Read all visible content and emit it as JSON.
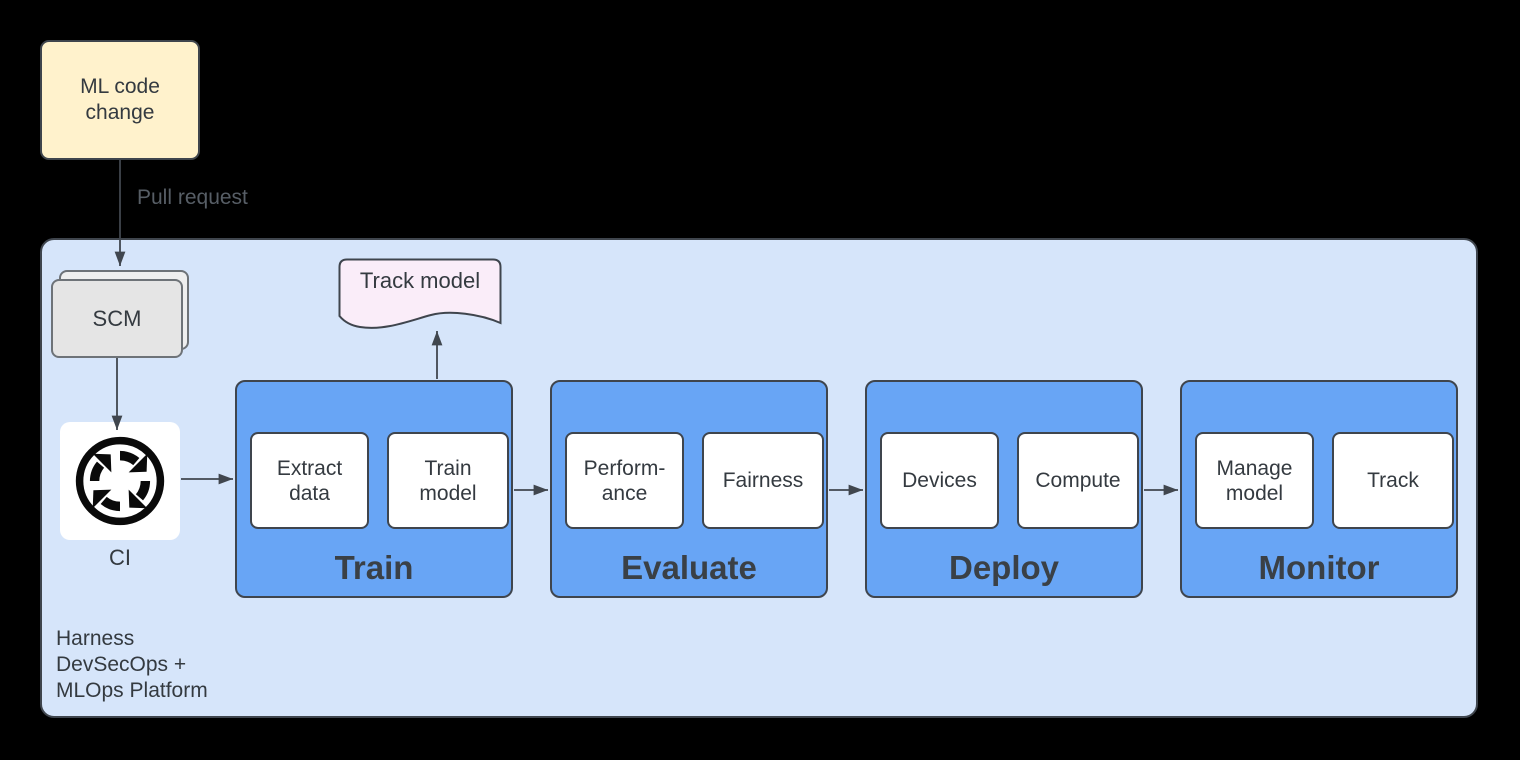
{
  "colors": {
    "canvas-bg": "#000000",
    "platform-bg": "#D6E5FA",
    "group-bg": "#68A5F5",
    "node-border": "#3F454D",
    "gray-border": "#6E7378",
    "scm-bg": "#E5E5E5",
    "scm-back-bg": "#EFEFEF",
    "note-bg": "#FFF2CC",
    "doc-bg": "#FAEDF9",
    "white": "#FFFFFF",
    "text": "#343A40",
    "title-text": "#3A4046",
    "muted-text": "#575E66",
    "arrow": "#40464E",
    "icon-black": "#0A0A0A"
  },
  "nodes": {
    "ml_code_change": "ML code change",
    "scm": "SCM",
    "ci_label": "CI",
    "track_model": "Track model"
  },
  "labels": {
    "pull_request": "Pull request",
    "platform_lines": [
      "Harness",
      "DevSecOps +",
      "MLOps Platform"
    ]
  },
  "groups": [
    {
      "title": "Train",
      "boxes": [
        "Extract data",
        "Train model"
      ]
    },
    {
      "title": "Evaluate",
      "boxes": [
        "Perform-ance",
        "Fairness"
      ]
    },
    {
      "title": "Deploy",
      "boxes": [
        "Devices",
        "Compute"
      ]
    },
    {
      "title": "Monitor",
      "boxes": [
        "Manage model",
        "Track"
      ]
    }
  ]
}
